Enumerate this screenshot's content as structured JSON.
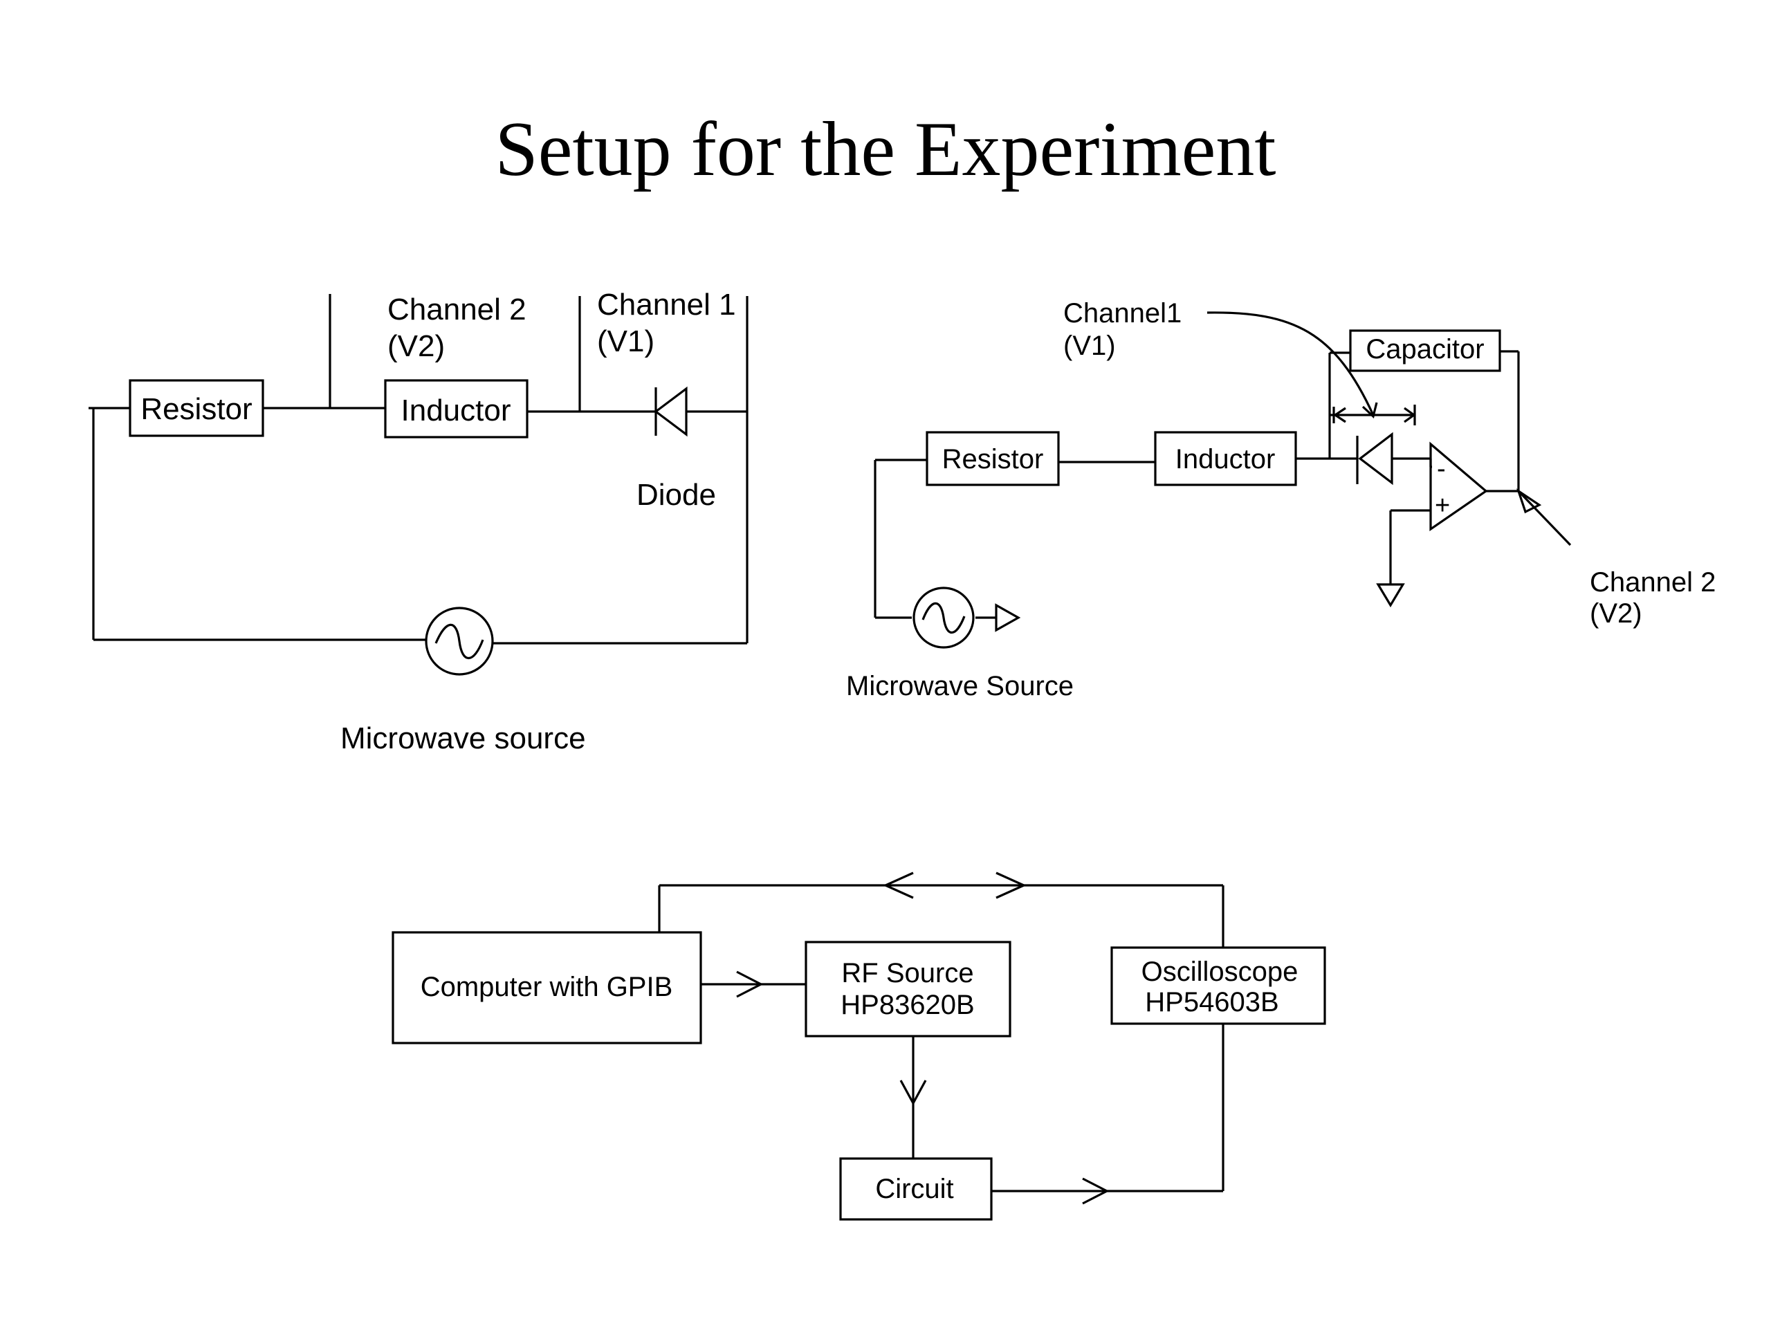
{
  "title": "Setup for the Experiment",
  "circuit_a": {
    "resistor": "Resistor",
    "inductor": "Inductor",
    "channel2": "Channel 2",
    "channel2_v": "(V2)",
    "channel1": "Channel 1",
    "channel1_v": "(V1)",
    "diode": "Diode",
    "source": "Microwave source"
  },
  "circuit_b": {
    "channel1": "Channel1",
    "channel1_v": "(V1)",
    "capacitor": "Capacitor",
    "resistor": "Resistor",
    "inductor": "Inductor",
    "opamp_minus": "-",
    "opamp_plus": "+",
    "channel2": "Channel 2",
    "channel2_v": "(V2)",
    "source": "Microwave Source"
  },
  "block": {
    "computer": "Computer with GPIB",
    "rf_line1": "RF Source",
    "rf_line2": "HP83620B",
    "osc_line1": "Oscilloscope",
    "osc_line2": "HP54603B",
    "circuit": "Circuit"
  }
}
